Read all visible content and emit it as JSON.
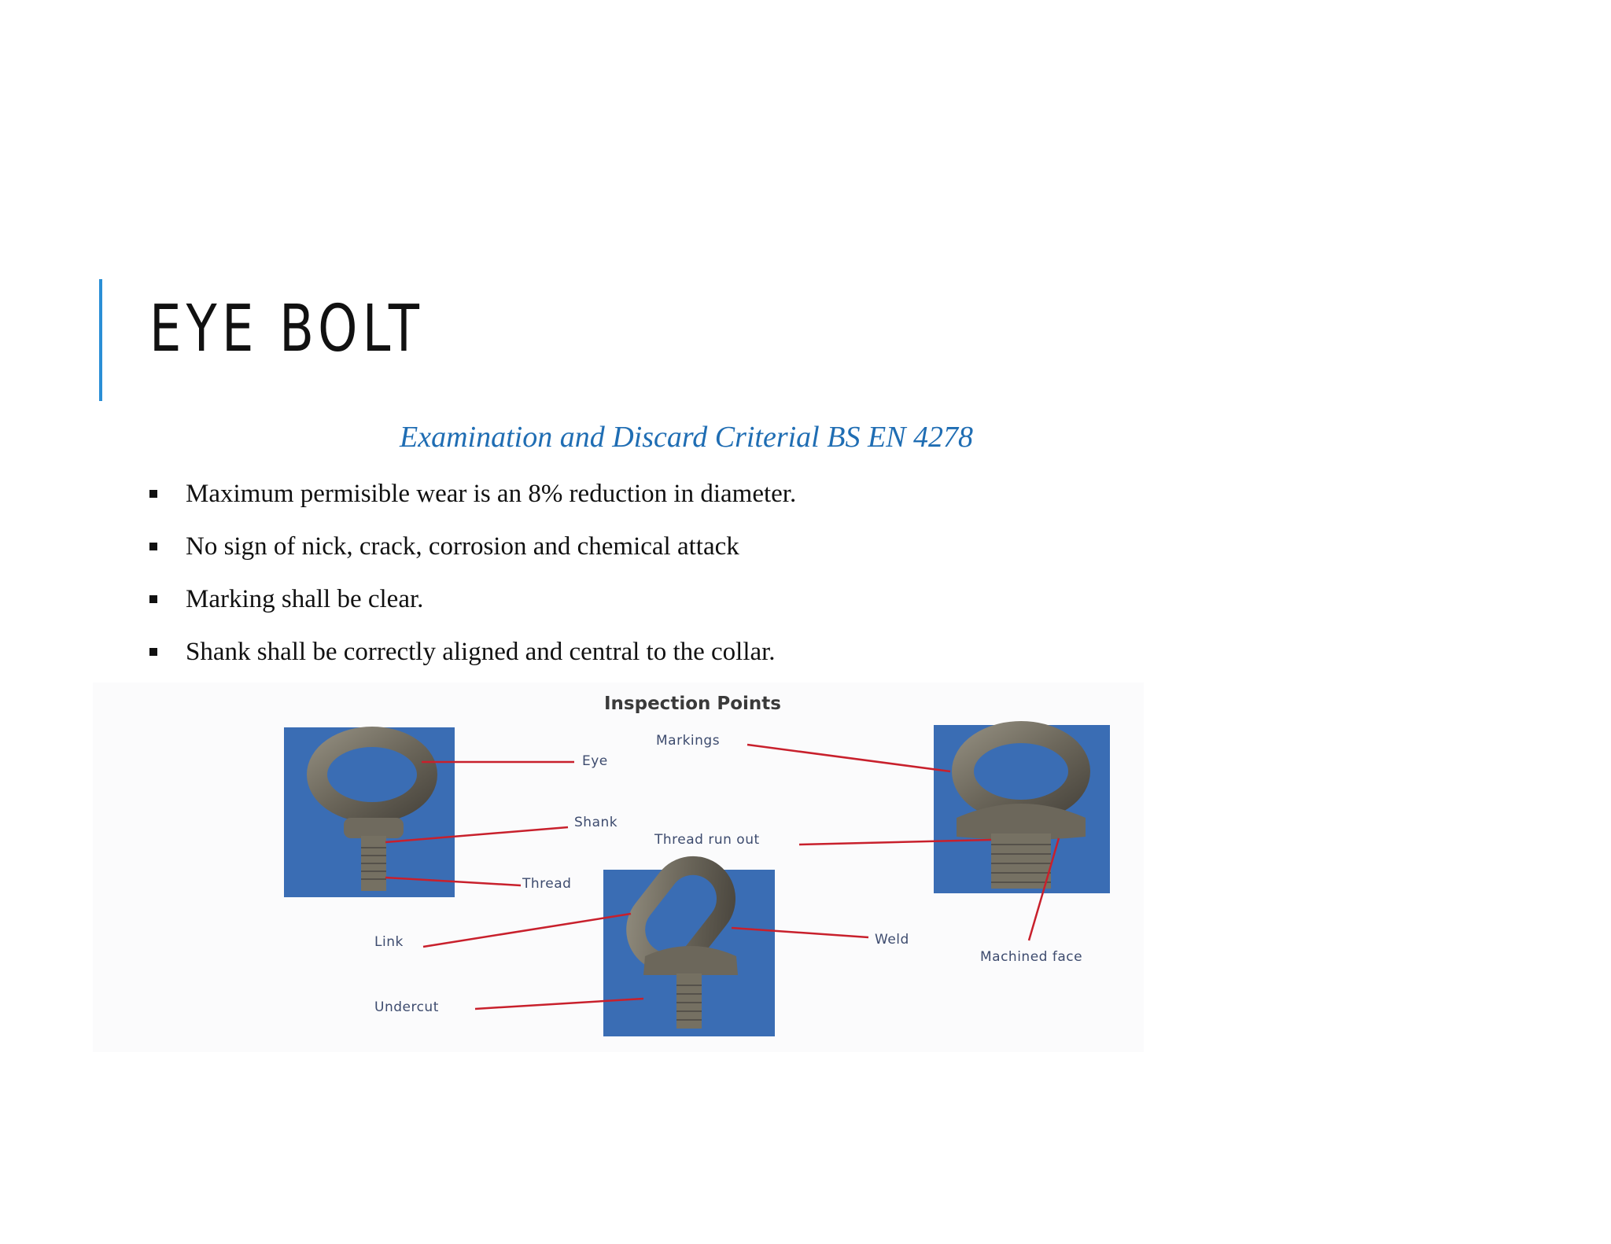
{
  "slide": {
    "title": "EYE BOLT",
    "subtitle": "Examination and Discard Criterial BS EN 4278",
    "bullets": [
      "Maximum permisible wear  is an 8% reduction in diameter.",
      "No sign of nick, crack, corrosion and chemical attack",
      "Marking shall be clear.",
      "Shank shall be correctly aligned and central to the collar."
    ],
    "accent_color": "#2a8fd6"
  },
  "figure": {
    "title": "Inspection Points",
    "labels": {
      "eye": "Eye",
      "shank": "Shank",
      "thread": "Thread",
      "markings": "Markings",
      "thread_run_out": "Thread run out",
      "link": "Link",
      "weld": "Weld",
      "undercut": "Undercut",
      "machined_face": "Machined face"
    },
    "photo_background": "#3a6db4",
    "leader_color": "#c8202c"
  }
}
